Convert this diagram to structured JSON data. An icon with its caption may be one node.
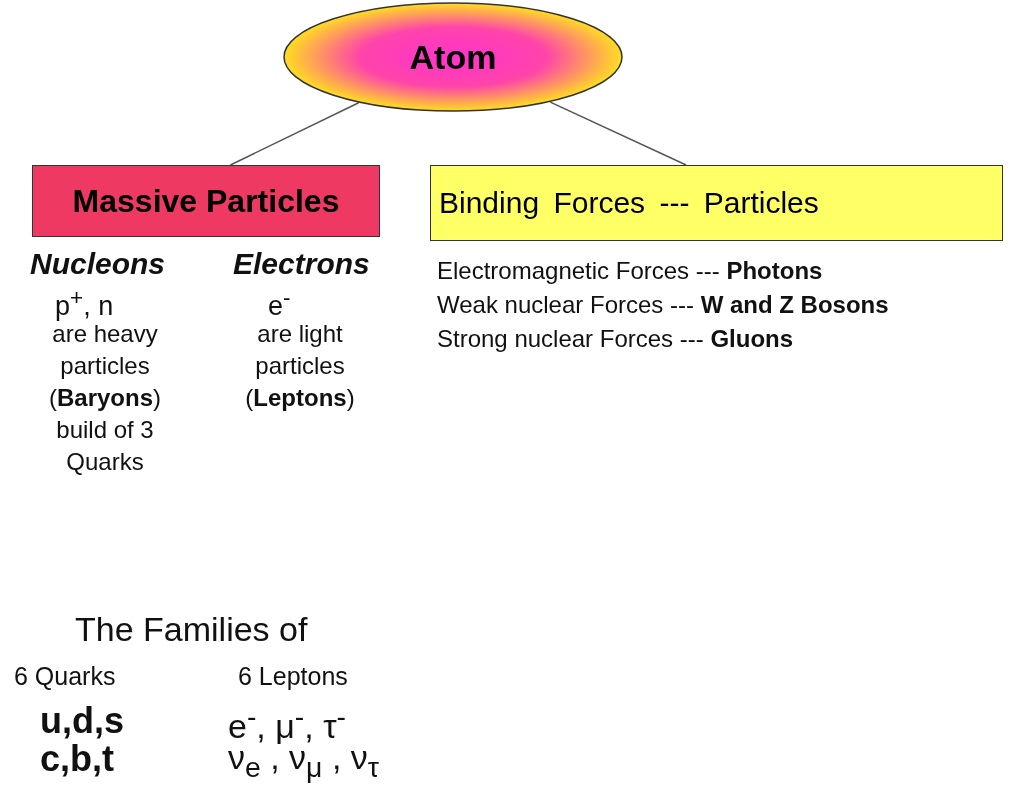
{
  "diagram": {
    "nodes": [
      {
        "text": [
          "Atom"
        ]
      },
      {
        "text": [
          "Massive Particles"
        ]
      },
      {
        "text": [
          "Binding Forces --- Particles"
        ]
      }
    ],
    "edges": [
      {
        "from": 0,
        "to": 1,
        "arrow": "none"
      },
      {
        "from": 0,
        "to": 2,
        "arrow": "none"
      }
    ],
    "labels": [
      "Nucleons",
      "Electrons",
      "p$^{+}$, n",
      "e$^{-}$",
      "are heavy particles (**Baryons**) build of 3 Quarks",
      "are light particles (**Leptons**)",
      "Electromagnetic Forces --- **Photons**",
      "Weak nuclear Forces --- **W and Z Bosons**",
      "Strong nuclear Forces --- **Gluons**",
      "The Families of",
      "6 Quarks",
      "6 Leptons",
      "u,d,s",
      "c,b,t",
      "e$^{-}$, μ$^{-}$, τ$^{-}$",
      "ν$_{e}$ , ν$_{μ}$ , ν$_{τ}$"
    ]
  }
}
